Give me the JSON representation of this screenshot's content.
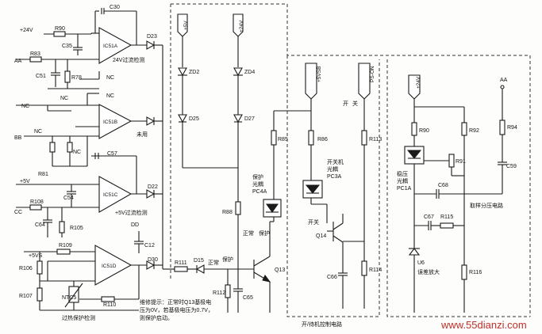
{
  "labels": {
    "v24_in": "+24V",
    "r90_left": "R90",
    "c30": "C30",
    "c35": "C35",
    "ic_a": "IC51A",
    "ic_a_note": "24V过流检测",
    "d23": "D23",
    "aa_left": "AA",
    "r83": "R83",
    "c51": "C51",
    "r78": "R78",
    "nc1": "NC",
    "nc2": "NC",
    "nc3": "NC",
    "nc4": "NC",
    "nc5": "NC",
    "nc6": "NC",
    "ic_b": "IC51B",
    "ic_b_note": "未用",
    "bb": "BB",
    "r81": "R81",
    "c57": "C57",
    "v5_in": "+5V",
    "c54": "C54",
    "ic_c": "IC51C",
    "ic_c_note": "+5V过流检测",
    "d22": "D22",
    "cc": "CC",
    "r108": "R108",
    "c64": "C64",
    "r105": "R105",
    "v5vs": "+5VS",
    "r109": "R109",
    "r106": "R106",
    "r107": "R107",
    "ntc": "NTC5",
    "r110": "R110",
    "ic_d": "IC51D",
    "overheat": "过热保护检测",
    "dd": "DD",
    "c12": "C12",
    "d30": "D30",
    "r111": "R111",
    "d15": "D15",
    "normal1": "正常",
    "protect1": "保护",
    "r112": "R112",
    "c65": "C65",
    "q13": "Q13",
    "tip1": "维修提示：正常时Q13基极电",
    "tip2": "压为0V，若基极电压为0.7V，",
    "tip3": "则保护启动。",
    "v5_top": "+5V",
    "zd2": "ZD2",
    "d25": "D25",
    "v24_top": "+24V",
    "zd4": "ZD4",
    "d27": "D27",
    "r85": "R85",
    "r88": "R88",
    "pc4a_1": "保护",
    "pc4a_2": "光耦",
    "pc4a_3": "PC4A",
    "normal2": "正常",
    "protect2": "保护",
    "v5vsb": "+5VSB",
    "ps_on": "PS-ON",
    "sw_kai": "开",
    "sw_guan": "关",
    "r86": "R86",
    "r113": "R113",
    "pc3a_1": "开关机",
    "pc3a_2": "光耦",
    "pc3a_3": "PC3A",
    "kai_guan": "开关",
    "q14": "Q14",
    "c66": "C66",
    "r114": "R114",
    "standby": "开/待机控制电路",
    "v24_right": "+24V",
    "aa_right": "AA",
    "r90_right": "R90",
    "r92": "R92",
    "r94": "R94",
    "r91": "R91",
    "c59": "C59",
    "pc1a_1": "稳压",
    "pc1a_2": "光耦",
    "pc1a_3": "PC1A",
    "c68": "C68",
    "sample": "取样分压电路",
    "c67": "C67",
    "r115": "R115",
    "u6": "U6",
    "err_amp": "误差放大",
    "r116": "R116",
    "watermark": "www.55dianzi.com"
  }
}
